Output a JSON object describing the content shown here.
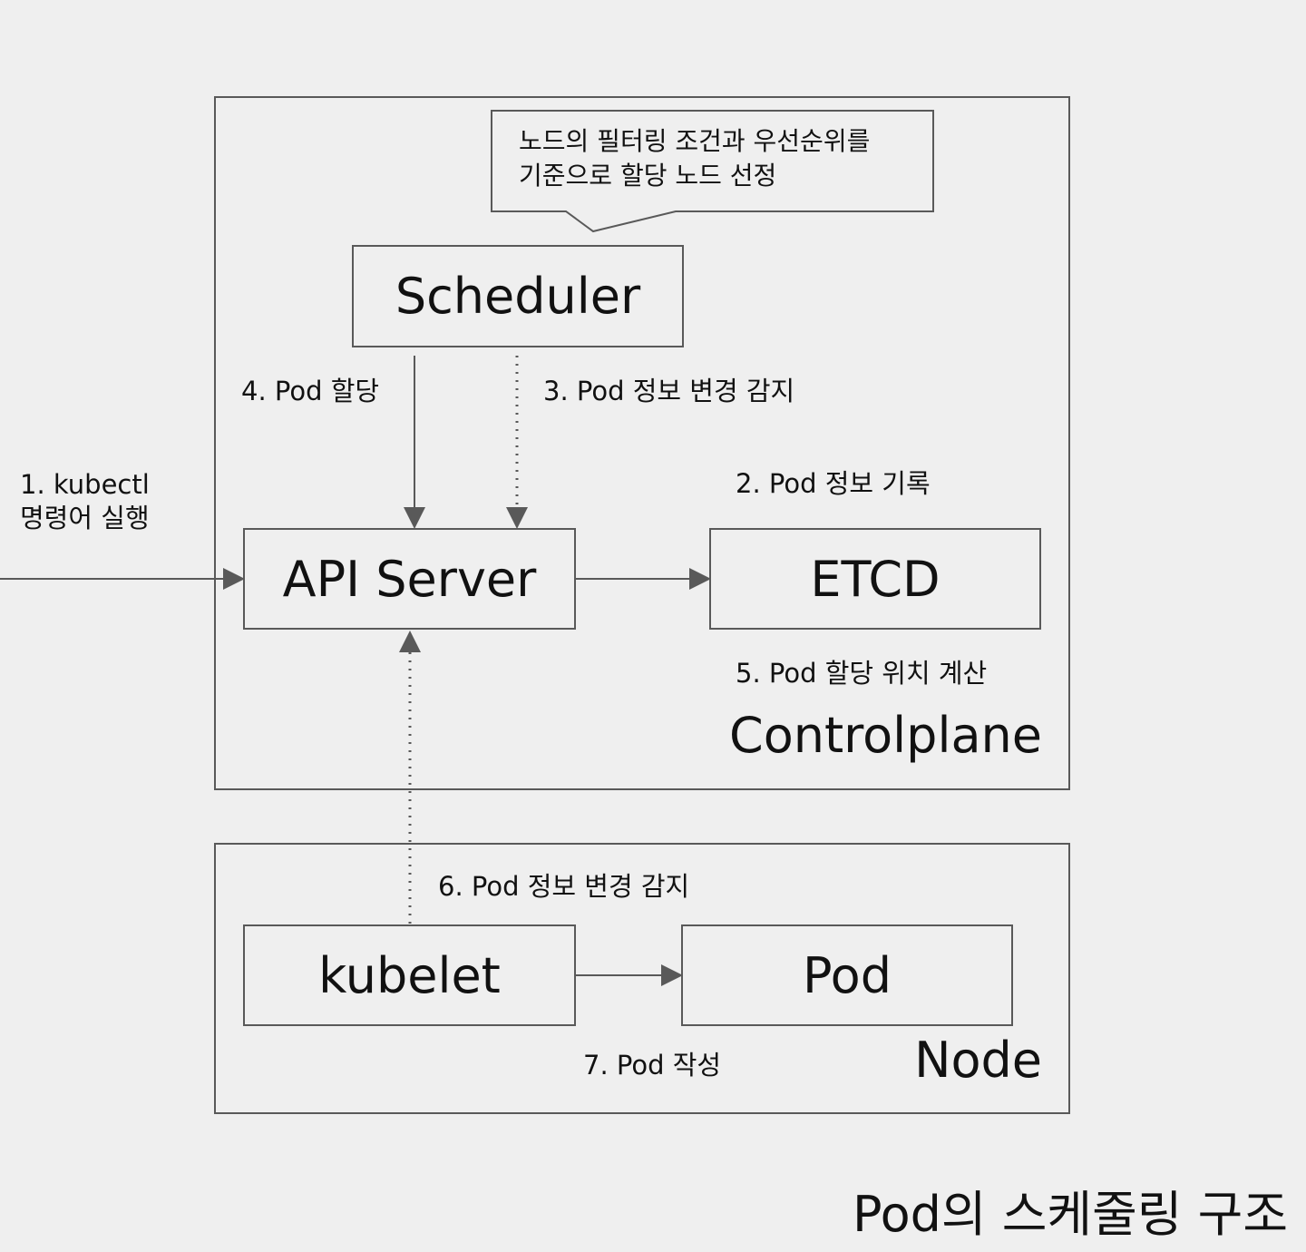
{
  "title": "Pod의 스케줄링 구조",
  "regions": {
    "controlplane": "Controlplane",
    "node": "Node"
  },
  "components": {
    "scheduler": "Scheduler",
    "api_server": "API Server",
    "etcd": "ETCD",
    "kubelet": "kubelet",
    "pod": "Pod"
  },
  "callout": {
    "line1": "노드의 필터링 조건과 우선순위를",
    "line2": "기준으로 할당 노드 선정"
  },
  "steps": {
    "step1_line1": "1. kubectl",
    "step1_line2": "명령어 실행",
    "step2": "2. Pod 정보 기록",
    "step3": "3. Pod 정보 변경 감지",
    "step4": "4. Pod 할당",
    "step5": "5. Pod 할당 위치 계산",
    "step6": "6. Pod 정보 변경 감지",
    "step7": "7. Pod 작성"
  },
  "colors": {
    "background": "#efefef",
    "stroke": "#595959",
    "text": "#111111"
  }
}
